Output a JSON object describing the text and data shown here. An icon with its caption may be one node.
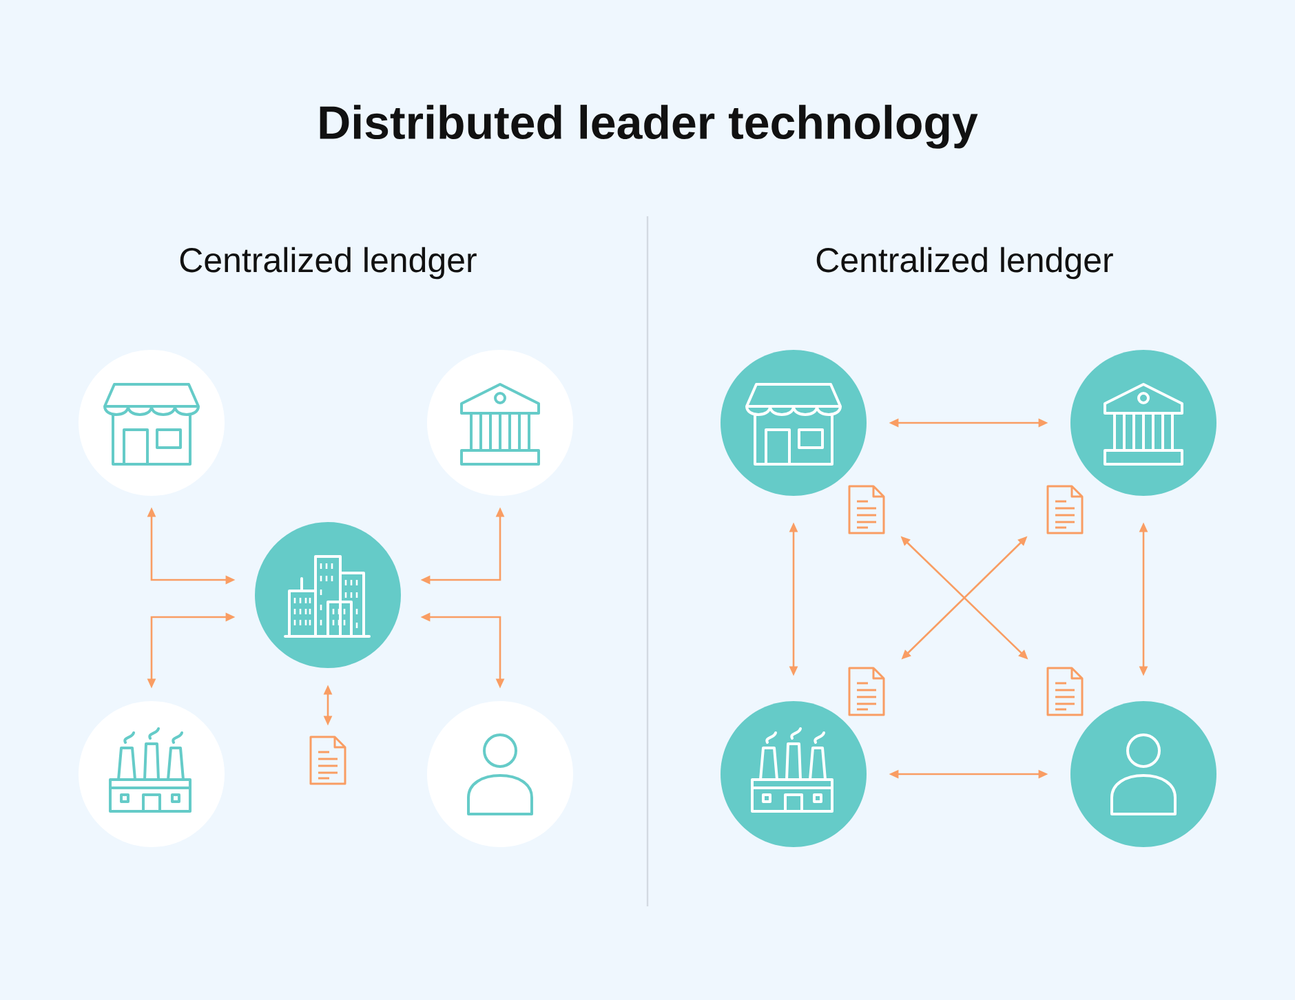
{
  "diagram": {
    "title": "Distributed leader technology",
    "nodes": [
      {
        "text": [],
        "shape": "circle"
      },
      {
        "text": [],
        "shape": "circle"
      },
      {
        "text": [],
        "shape": "circle"
      },
      {
        "text": [],
        "shape": "circle"
      },
      {
        "text": [],
        "shape": "document"
      },
      {
        "text": [],
        "shape": "circle"
      },
      {
        "text": [],
        "shape": "circle"
      },
      {
        "text": [],
        "shape": "circle"
      },
      {
        "text": [],
        "shape": "document"
      },
      {
        "text": [],
        "shape": "document"
      },
      {
        "text": [],
        "shape": "document"
      },
      {
        "text": [],
        "shape": "document"
      },
      {
        "text": [],
        "shape": "circle"
      },
      {
        "text": [],
        "shape": "circle"
      }
    ],
    "edges": [
      {
        "from": 0,
        "to": 2,
        "arrow": "both"
      },
      {
        "from": 1,
        "to": 2,
        "arrow": "both"
      },
      {
        "from": 3,
        "to": 2,
        "arrow": "both"
      },
      {
        "from": 5,
        "to": 2,
        "arrow": "both"
      },
      {
        "from": 2,
        "to": 4,
        "arrow": "both"
      },
      {
        "from": 6,
        "to": 7,
        "arrow": "both"
      },
      {
        "from": 6,
        "to": 12,
        "arrow": "both"
      },
      {
        "from": 7,
        "to": 13,
        "arrow": "both"
      },
      {
        "from": 12,
        "to": 13,
        "arrow": "both"
      },
      {
        "from": 8,
        "to": 11,
        "arrow": "both"
      },
      {
        "from": 9,
        "to": 10,
        "arrow": "both"
      }
    ],
    "labels": [
      "Centralized lendger",
      "Centralized lendger"
    ]
  }
}
